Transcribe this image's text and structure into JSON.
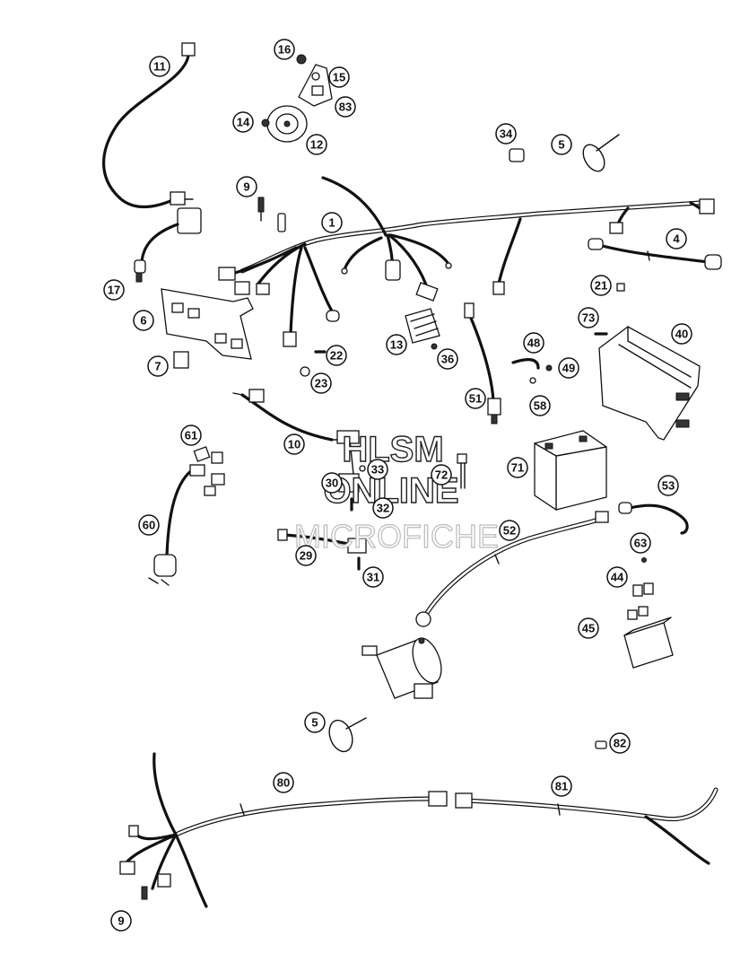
{
  "watermark": {
    "line1": "HLSM",
    "line2": "ONLINE",
    "line3": "MICROFICHE"
  },
  "callouts": [
    {
      "id": "c11",
      "label": "11"
    },
    {
      "id": "c16",
      "label": "16"
    },
    {
      "id": "c15",
      "label": "15"
    },
    {
      "id": "c83",
      "label": "83"
    },
    {
      "id": "c14",
      "label": "14"
    },
    {
      "id": "c12",
      "label": "12"
    },
    {
      "id": "c34",
      "label": "34"
    },
    {
      "id": "c5a",
      "label": "5"
    },
    {
      "id": "c9a",
      "label": "9"
    },
    {
      "id": "c1",
      "label": "1"
    },
    {
      "id": "c4",
      "label": "4"
    },
    {
      "id": "c17",
      "label": "17"
    },
    {
      "id": "c21",
      "label": "21"
    },
    {
      "id": "c6",
      "label": "6"
    },
    {
      "id": "c73",
      "label": "73"
    },
    {
      "id": "c40",
      "label": "40"
    },
    {
      "id": "c13",
      "label": "13"
    },
    {
      "id": "c48",
      "label": "48"
    },
    {
      "id": "c22",
      "label": "22"
    },
    {
      "id": "c36",
      "label": "36"
    },
    {
      "id": "c49",
      "label": "49"
    },
    {
      "id": "c7",
      "label": "7"
    },
    {
      "id": "c23",
      "label": "23"
    },
    {
      "id": "c51",
      "label": "51"
    },
    {
      "id": "c58",
      "label": "58"
    },
    {
      "id": "c61",
      "label": "61"
    },
    {
      "id": "c10",
      "label": "10"
    },
    {
      "id": "c71",
      "label": "71"
    },
    {
      "id": "c33",
      "label": "33"
    },
    {
      "id": "c72",
      "label": "72"
    },
    {
      "id": "c30",
      "label": "30"
    },
    {
      "id": "c53",
      "label": "53"
    },
    {
      "id": "c32",
      "label": "32"
    },
    {
      "id": "c60",
      "label": "60"
    },
    {
      "id": "c52",
      "label": "52"
    },
    {
      "id": "c63",
      "label": "63"
    },
    {
      "id": "c29",
      "label": "29"
    },
    {
      "id": "c31",
      "label": "31"
    },
    {
      "id": "c44",
      "label": "44"
    },
    {
      "id": "c45",
      "label": "45"
    },
    {
      "id": "c5b",
      "label": "5"
    },
    {
      "id": "c82",
      "label": "82"
    },
    {
      "id": "c80",
      "label": "80"
    },
    {
      "id": "c81",
      "label": "81"
    },
    {
      "id": "c9b",
      "label": "9"
    }
  ]
}
